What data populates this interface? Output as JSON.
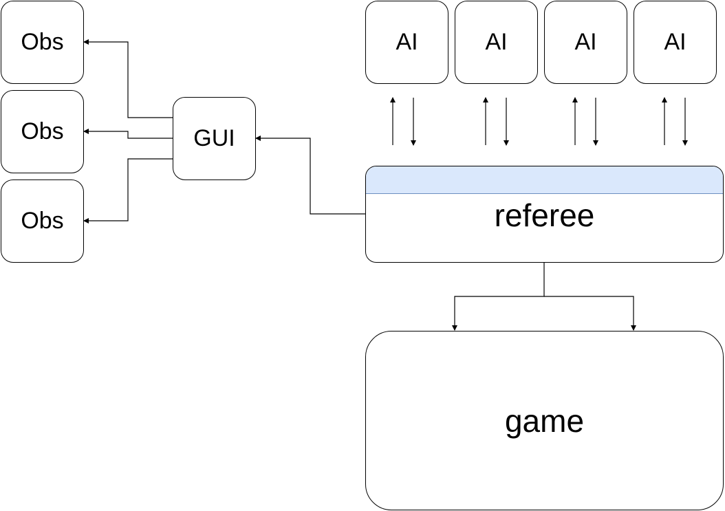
{
  "observers": [
    "Obs",
    "Obs",
    "Obs"
  ],
  "gui": {
    "label": "GUI"
  },
  "ai_clients": [
    "AI",
    "AI",
    "AI",
    "AI"
  ],
  "referee": {
    "label": "referee",
    "header_color": "#dae8fc",
    "header_border_color": "#6c8ebf"
  },
  "game": {
    "label": "game"
  },
  "colors": {
    "stroke": "#000000",
    "background": "#ffffff"
  }
}
